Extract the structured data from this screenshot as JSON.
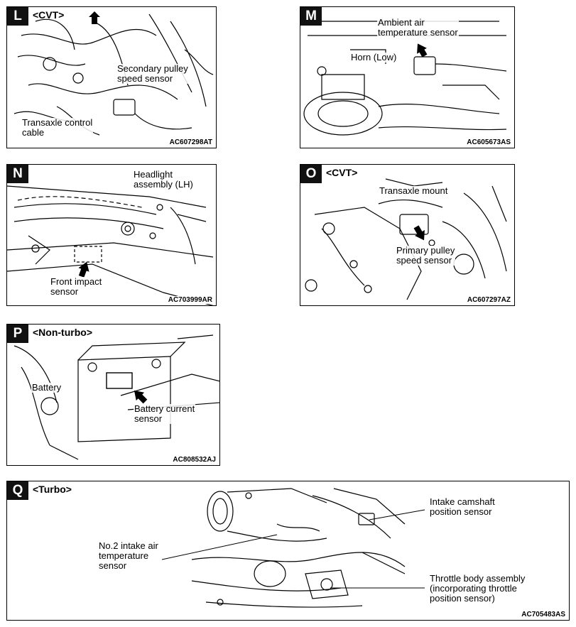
{
  "panels": {
    "L": {
      "letter": "L",
      "variant": "<CVT>",
      "labels": {
        "control_cable": [
          "Transaxle control",
          "cable"
        ],
        "pulley_sensor": [
          "Secondary pulley",
          "speed sensor"
        ]
      },
      "code": "AC607298AT"
    },
    "M": {
      "letter": "M",
      "labels": {
        "ambient": [
          "Ambient air",
          "temperature sensor"
        ],
        "horn": [
          "Horn (Low)"
        ]
      },
      "code": "AC605673AS"
    },
    "N": {
      "letter": "N",
      "labels": {
        "headlight": [
          "Headlight",
          "assembly (LH)"
        ],
        "impact": [
          "Front impact",
          "sensor"
        ]
      },
      "code": "AC703999AR"
    },
    "O": {
      "letter": "O",
      "variant": "<CVT>",
      "labels": {
        "mount": [
          "Transaxle mount"
        ],
        "primary": [
          "Primary pulley",
          "speed sensor"
        ]
      },
      "code": "AC607297AZ"
    },
    "P": {
      "letter": "P",
      "variant": "<Non-turbo>",
      "labels": {
        "battery": [
          "Battery"
        ],
        "current": [
          "Battery current",
          "sensor"
        ]
      },
      "code": "AC808532AJ"
    },
    "Q": {
      "letter": "Q",
      "variant": "<Turbo>",
      "labels": {
        "intake_air": [
          "No.2 intake air",
          "temperature",
          "sensor"
        ],
        "camshaft": [
          "Intake camshaft",
          "position sensor"
        ],
        "throttle": [
          "Throttle body assembly",
          "(incorporating throttle",
          "position sensor)"
        ]
      },
      "code": "AC705483AS"
    }
  }
}
